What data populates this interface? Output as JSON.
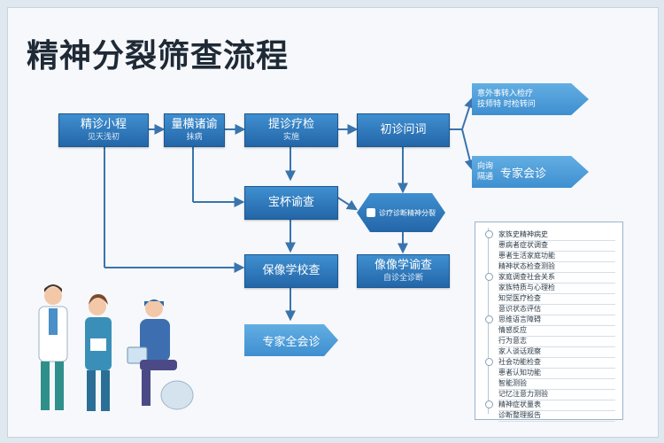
{
  "title": "精神分裂筛查流程",
  "nodes": {
    "n1": {
      "label": "精诊小程",
      "sub": "见天浅初"
    },
    "n2": {
      "label": "量横诸谕",
      "sub": "抹病"
    },
    "n3": {
      "label": "提诊疗检",
      "sub": "实施"
    },
    "n4": {
      "label": "初诊问词",
      "sub": ""
    },
    "n5": {
      "label": "宝杯谕查",
      "sub": ""
    },
    "n6": {
      "label": "保像学校查",
      "sub": ""
    },
    "n7": {
      "label": "像像学谕查",
      "sub": "自诊全诊断"
    },
    "n8": {
      "label": "专家全会诊",
      "sub": ""
    }
  },
  "right_arrows": {
    "top": {
      "line1": "意外事转入检疗",
      "line2": "技师特 时检转问"
    },
    "mid": {
      "label": "专家会诊",
      "side1": "向询",
      "side2": "隔通"
    }
  },
  "diamond_label": "诊疗诊断精神分裂",
  "checklist": [
    "家族史精神病史",
    "患病者症状调查",
    "患者生活家庭功能",
    "精神状态检查测验",
    "家庭调查社会关系",
    "家族特质与心理检",
    "知觉医疗检查",
    "意识状态评估",
    "思维语言障碍",
    "情感反应",
    "行为意志",
    "家人谈话观察",
    "社会功能检查",
    "患者认知功能",
    "智能测验",
    "记忆注意力测验",
    "精神症状量表",
    "诊断整理报告"
  ],
  "colors": {
    "box": "#2d7bc0",
    "accent": "#62aee3",
    "title": "#1f2a36"
  }
}
